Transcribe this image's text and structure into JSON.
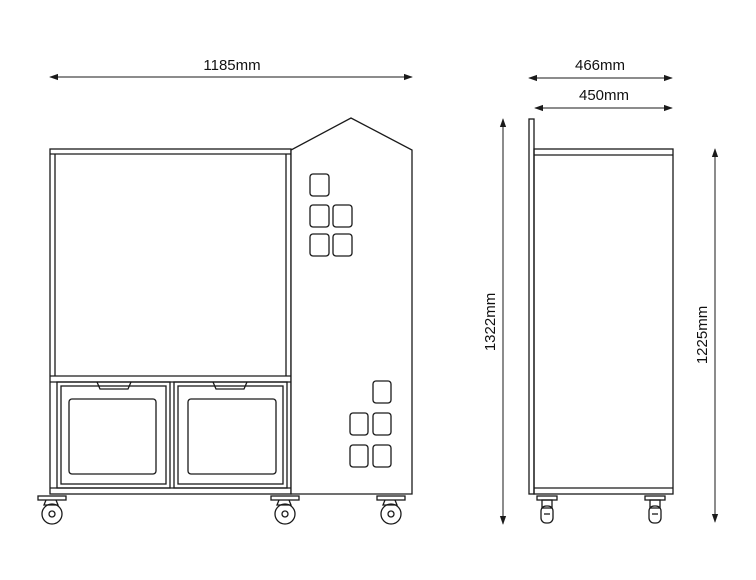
{
  "dimensions": {
    "overall_width": "1185mm",
    "depth_outer": "466mm",
    "depth_inner": "450mm",
    "overall_height": "1322mm",
    "body_height": "1225mm"
  },
  "colors": {
    "line": "#1a1a1a",
    "background": "#ffffff"
  }
}
